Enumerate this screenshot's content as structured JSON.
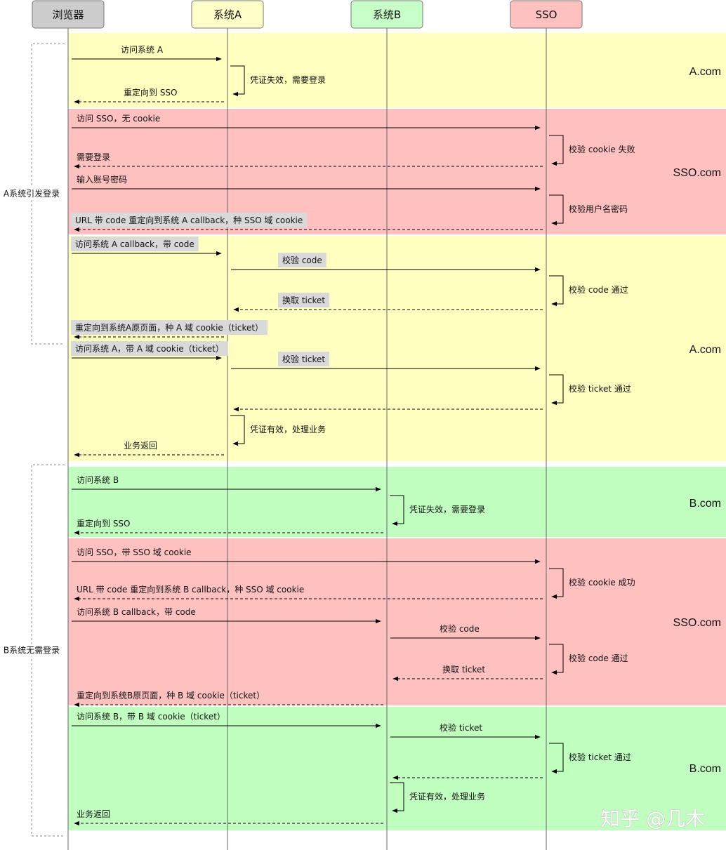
{
  "participants": [
    {
      "name": "浏览器",
      "color": "#cccccc"
    },
    {
      "name": "系统A",
      "color": "#ffffc8"
    },
    {
      "name": "系统B",
      "color": "#c8ffc8"
    },
    {
      "name": "SSO",
      "color": "#ffc0c0"
    }
  ],
  "zones": [
    {
      "domain": "A.com",
      "color": "#ffffc0"
    },
    {
      "domain": "SSO.com",
      "color": "#ffc0c0"
    },
    {
      "domain": "A.com",
      "color": "#ffffc0"
    },
    {
      "domain": "B.com",
      "color": "#c0ffc0"
    },
    {
      "domain": "SSO.com",
      "color": "#ffc0c0"
    },
    {
      "domain": "B.com",
      "color": "#c0ffc0"
    }
  ],
  "groups": [
    {
      "label": "A系统引发登录"
    },
    {
      "label": "B系统无需登录"
    }
  ],
  "messages": [
    {
      "from": 0,
      "to": 1,
      "type": "sync",
      "label": "访问系统 A"
    },
    {
      "from": 1,
      "to": 1,
      "type": "self",
      "label": "凭证失效，需要登录"
    },
    {
      "from": 1,
      "to": 0,
      "type": "reply",
      "label": "重定向到 SSO"
    },
    {
      "from": 0,
      "to": 3,
      "type": "sync",
      "label": "访问 SSO，无 cookie"
    },
    {
      "from": 3,
      "to": 3,
      "type": "self",
      "label": "校验 cookie 失败"
    },
    {
      "from": 3,
      "to": 0,
      "type": "reply",
      "label": "需要登录"
    },
    {
      "from": 0,
      "to": 3,
      "type": "sync",
      "label": "输入账号密码"
    },
    {
      "from": 3,
      "to": 3,
      "type": "self",
      "label": "校验用户名密码"
    },
    {
      "from": 3,
      "to": 0,
      "type": "reply",
      "label": "URL 带 code 重定向到系统 A callback，种 SSO 域 cookie",
      "boxed": true
    },
    {
      "from": 0,
      "to": 1,
      "type": "sync",
      "label": "访问系统 A callback，带 code",
      "boxed": true
    },
    {
      "from": 1,
      "to": 3,
      "type": "sync",
      "label": "校验 code",
      "boxed": true
    },
    {
      "from": 3,
      "to": 3,
      "type": "self",
      "label": "校验 code 通过"
    },
    {
      "from": 3,
      "to": 1,
      "type": "reply",
      "label": "换取 ticket",
      "boxed": true
    },
    {
      "from": 1,
      "to": 0,
      "type": "reply",
      "label": "重定向到系统A原页面，种 A 域 cookie（ticket）",
      "boxed": true
    },
    {
      "from": 0,
      "to": 1,
      "type": "sync",
      "label": "访问系统 A，带 A 域 cookie（ticket）",
      "boxed": true
    },
    {
      "from": 1,
      "to": 3,
      "type": "sync",
      "label": "校验 ticket",
      "boxed": true
    },
    {
      "from": 3,
      "to": 3,
      "type": "self",
      "label": "校验 ticket 通过"
    },
    {
      "from": 3,
      "to": 1,
      "type": "reply",
      "label": ""
    },
    {
      "from": 1,
      "to": 1,
      "type": "self",
      "label": "凭证有效，处理业务"
    },
    {
      "from": 1,
      "to": 0,
      "type": "reply",
      "label": "业务返回"
    },
    {
      "from": 0,
      "to": 2,
      "type": "sync",
      "label": "访问系统 B"
    },
    {
      "from": 2,
      "to": 2,
      "type": "self",
      "label": "凭证失效，需要登录"
    },
    {
      "from": 2,
      "to": 0,
      "type": "reply",
      "label": "重定向到 SSO"
    },
    {
      "from": 0,
      "to": 3,
      "type": "sync",
      "label": "访问 SSO，带 SSO 域 cookie"
    },
    {
      "from": 3,
      "to": 3,
      "type": "self",
      "label": "校验 cookie 成功"
    },
    {
      "from": 3,
      "to": 0,
      "type": "reply",
      "label": "URL 带 code 重定向到系统 B callback，种 SSO 域 cookie"
    },
    {
      "from": 0,
      "to": 2,
      "type": "sync",
      "label": "访问系统 B callback，带 code"
    },
    {
      "from": 2,
      "to": 3,
      "type": "sync",
      "label": "校验 code"
    },
    {
      "from": 3,
      "to": 3,
      "type": "self",
      "label": "校验 code 通过"
    },
    {
      "from": 3,
      "to": 2,
      "type": "reply",
      "label": "换取 ticket"
    },
    {
      "from": 2,
      "to": 0,
      "type": "reply",
      "label": "重定向到系统B原页面，种 B 域 cookie（ticket）"
    },
    {
      "from": 0,
      "to": 2,
      "type": "sync",
      "label": "访问系统 B，带 B 域 cookie（ticket）"
    },
    {
      "from": 2,
      "to": 3,
      "type": "sync",
      "label": "校验 ticket"
    },
    {
      "from": 3,
      "to": 3,
      "type": "self",
      "label": "校验 ticket 通过"
    },
    {
      "from": 3,
      "to": 2,
      "type": "reply",
      "label": ""
    },
    {
      "from": 2,
      "to": 2,
      "type": "self",
      "label": "凭证有效，处理业务"
    },
    {
      "from": 2,
      "to": 0,
      "type": "reply",
      "label": "业务返回"
    }
  ],
  "watermark": "知乎 @几木"
}
